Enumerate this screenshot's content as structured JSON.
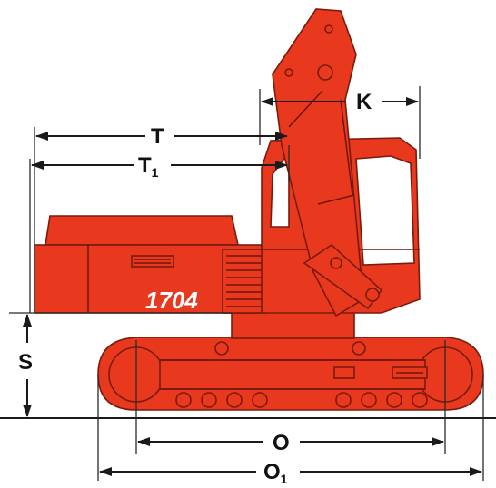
{
  "model_label": "1704",
  "colors": {
    "machine_body": "#e8391f",
    "outline": "#7a1a0c",
    "dimension_lines": "#1a1a1a",
    "background": "#ffffff"
  },
  "dimensions": {
    "T": "T",
    "T1": "T",
    "T1_sub": "1",
    "K": "K",
    "S": "S",
    "O": "O",
    "O1": "O",
    "O1_sub": "1"
  }
}
